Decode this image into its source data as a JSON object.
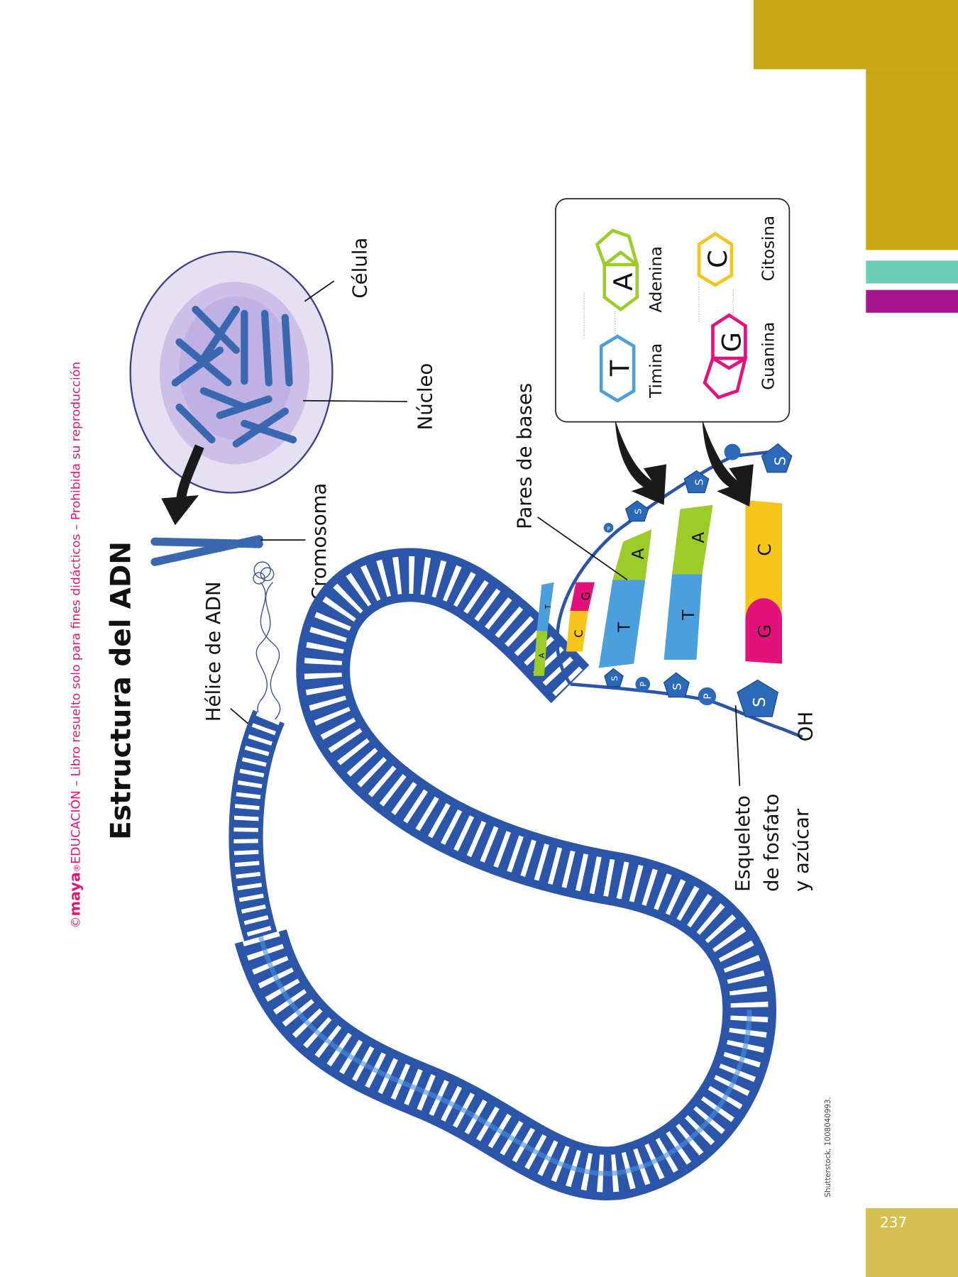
{
  "header": {
    "copyright_symbol": "©",
    "brand": "maya",
    "registered": "®",
    "notice": "EDUCACIÓN – Libro resuelto solo para fines didácticos – Prohibida su reproducción"
  },
  "title": "Estructura del ADN",
  "labels": {
    "cell": "Célula",
    "nucleus": "Núcleo",
    "chromosome": "Cromosoma",
    "helix": "Hélice de ADN",
    "base_pairs": "Pares de bases",
    "backbone": [
      "Esqueleto",
      "de fosfato",
      "y azúcar"
    ],
    "oh": "OH"
  },
  "legend": {
    "bases": [
      {
        "letter": "T",
        "name": "Timina",
        "color": "#4a9fdc"
      },
      {
        "letter": "A",
        "name": "Adenina",
        "color": "#9ccc28"
      },
      {
        "letter": "G",
        "name": "Guanina",
        "color": "#e2127a"
      },
      {
        "letter": "C",
        "name": "Citosina",
        "color": "#f7c41a"
      }
    ]
  },
  "ladder": {
    "pairs": [
      [
        "A",
        "T"
      ],
      [
        "C",
        "G"
      ],
      [
        "T",
        "A"
      ],
      [
        "T",
        "A"
      ],
      [
        "G",
        "C"
      ]
    ],
    "sugar": "S",
    "phosphate": "P"
  },
  "credit": "Shutterstock, 1008040993.",
  "page_number": "237",
  "colors": {
    "gold": "#c9a818",
    "teal": "#6ccfb4",
    "magenta": "#a8168f",
    "dna_blue": "#2a55a8",
    "brand_pink": "#e2127a"
  }
}
